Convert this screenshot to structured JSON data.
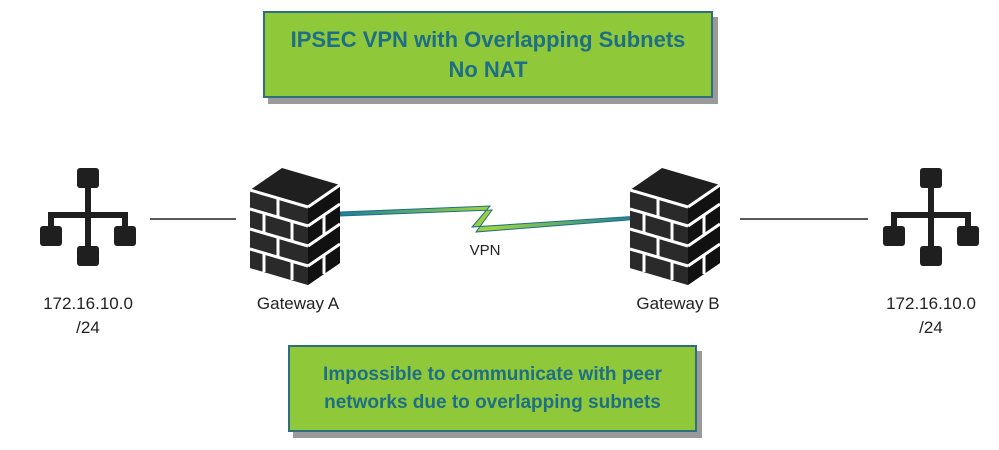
{
  "title_box": {
    "line1": "IPSEC VPN with Overlapping Subnets",
    "line2": "No NAT"
  },
  "note_box": {
    "line1": "Impossible to communicate with peer",
    "line2": "networks due to overlapping subnets"
  },
  "left_network": {
    "line1": "172.16.10.0",
    "line2": "/24",
    "icon": "network-hierarchy-icon"
  },
  "right_network": {
    "line1": "172.16.10.0",
    "line2": "/24",
    "icon": "network-hierarchy-icon"
  },
  "gateway_a": {
    "label": "Gateway A",
    "icon": "firewall-icon"
  },
  "gateway_b": {
    "label": "Gateway B",
    "icon": "firewall-icon"
  },
  "vpn": {
    "label": "VPN"
  },
  "colors": {
    "box_fill": "#8fc93a",
    "box_border": "#2e6f7e",
    "box_text": "#1e6e86",
    "icon": "#1f1f1f",
    "vpn_link": "#1e7f99"
  }
}
